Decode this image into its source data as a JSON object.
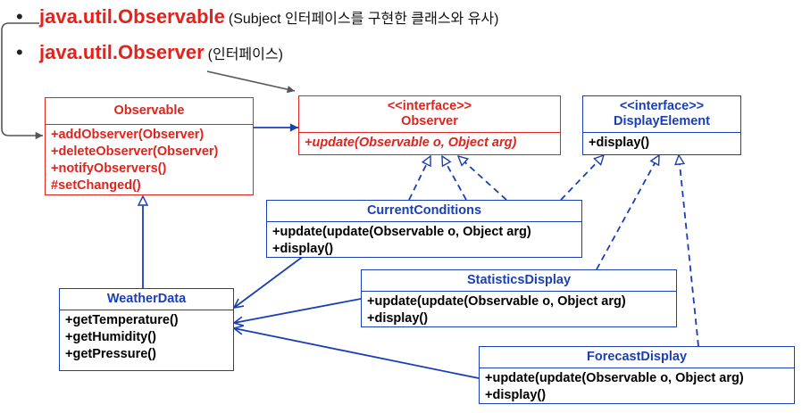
{
  "header": {
    "bullet_glyph": "•",
    "line1": {
      "main": "java.util.Observable",
      "note": "(Subject 인터페이스를 구현한 클래스와 유사)"
    },
    "line2": {
      "main": "java.util.Observer",
      "note": "(인터페이스)"
    }
  },
  "boxes": {
    "observable": {
      "title": "Observable",
      "methods": [
        "+addObserver(Observer)",
        "+deleteObserver(Observer)",
        "+notifyObservers()",
        "#setChanged()"
      ]
    },
    "observer": {
      "stereotype": "<<interface>>",
      "title": "Observer",
      "methods": [
        "+update(Observable o, Object arg)"
      ]
    },
    "display_element": {
      "stereotype": "<<interface>>",
      "title": "DisplayElement",
      "methods": [
        "+display()"
      ]
    },
    "current_conditions": {
      "title": "CurrentConditions",
      "methods": [
        "+update(update(Observable o, Object arg)",
        "+display()"
      ]
    },
    "statistics_display": {
      "title": "StatisticsDisplay",
      "methods": [
        "+update(update(Observable o, Object arg)",
        "+display()"
      ]
    },
    "forecast_display": {
      "title": "ForecastDisplay",
      "methods": [
        "+update(update(Observable o, Object arg)",
        "+display()"
      ]
    },
    "weather_data": {
      "title": "WeatherData",
      "methods": [
        "+getTemperature()",
        "+getHumidity()",
        "+getPressure()"
      ]
    }
  },
  "colors": {
    "blue": "#1a3fb5",
    "red": "#e0231c",
    "gray": "#555555"
  }
}
